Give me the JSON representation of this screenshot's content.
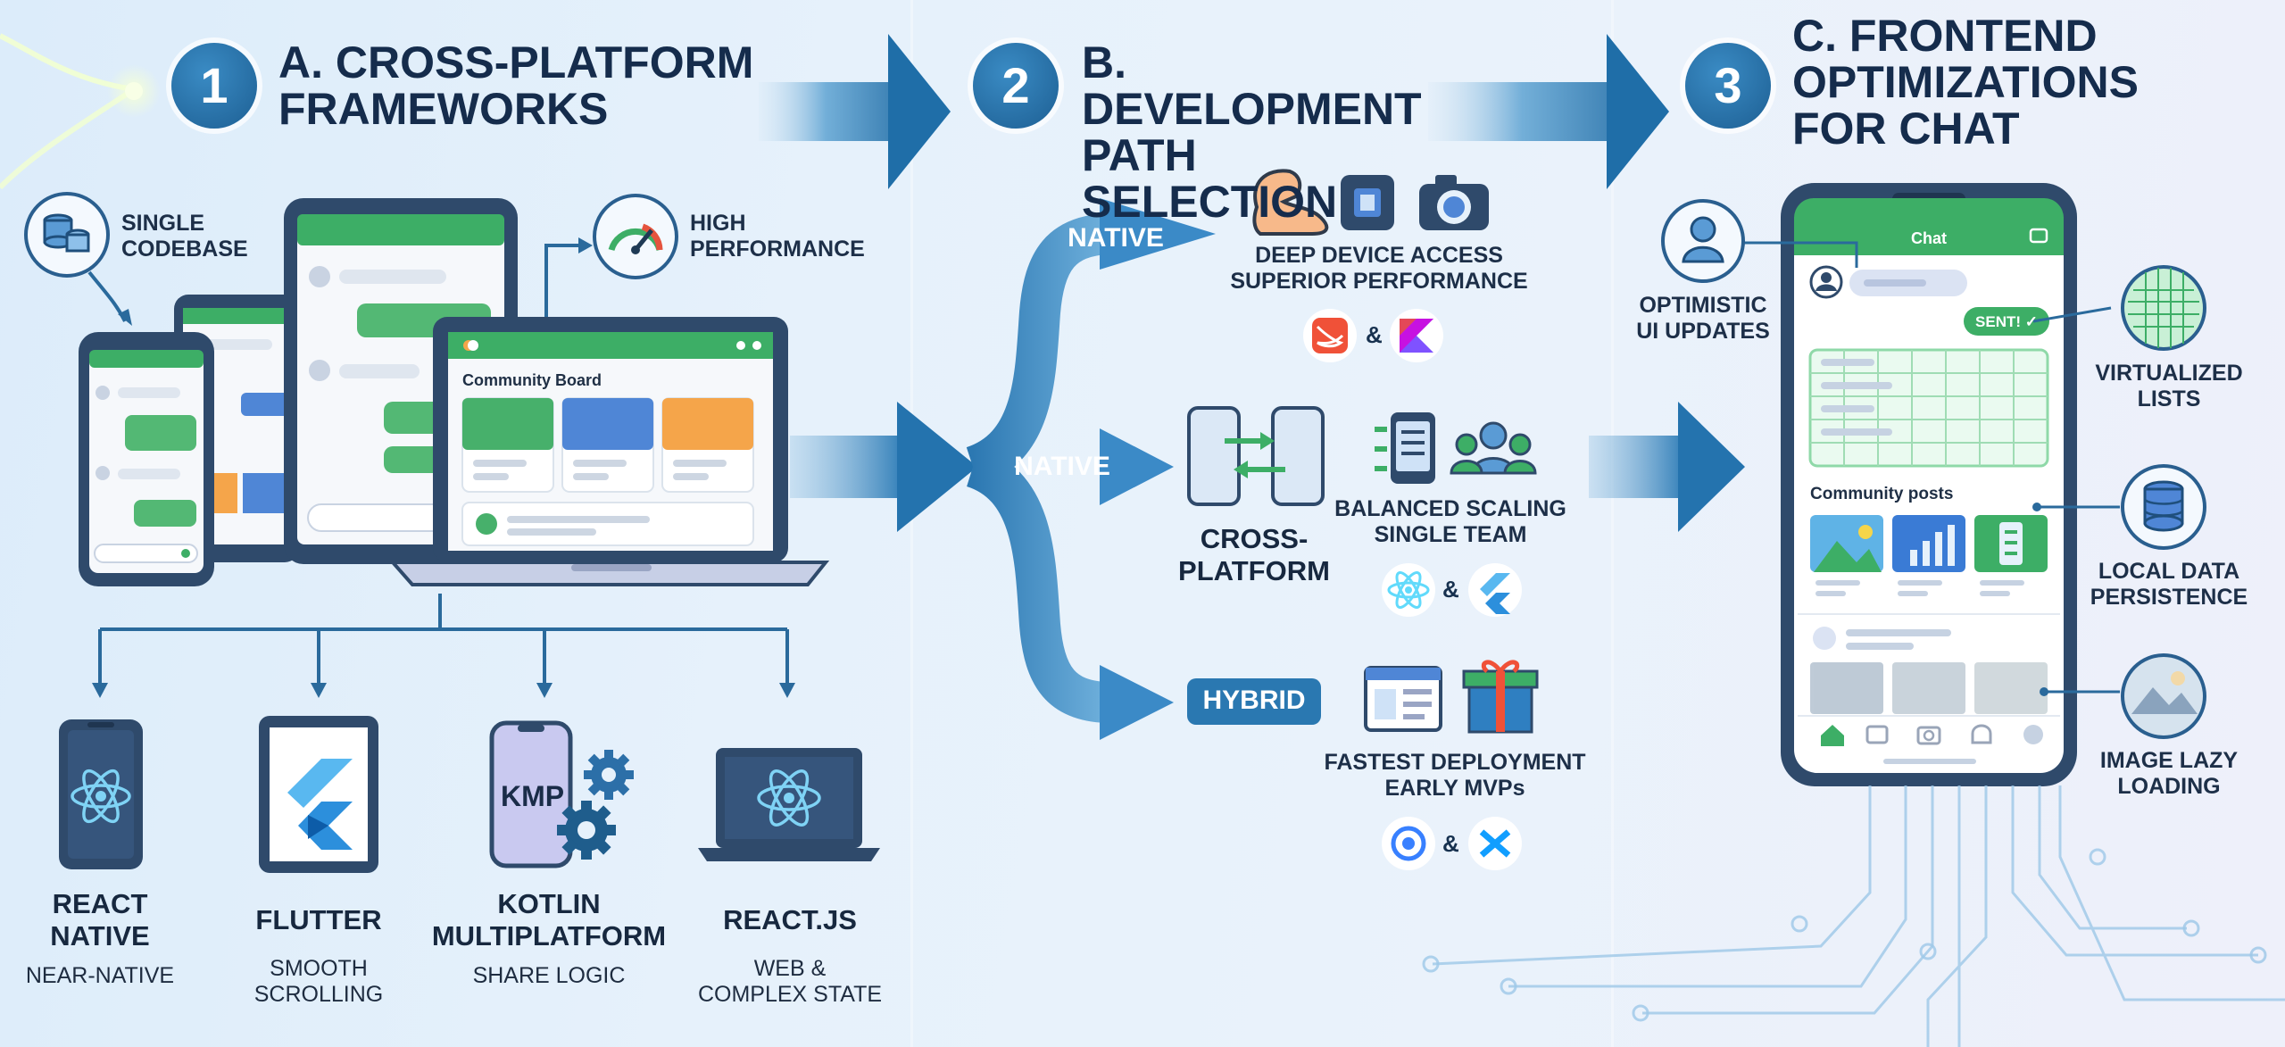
{
  "sections": [
    {
      "number": "1",
      "title_line1": "A. CROSS-PLATFORM",
      "title_line2": "FRAMEWORKS"
    },
    {
      "number": "2",
      "title_line1": "B. DEVELOPMENT",
      "title_line2": "PATH SELECTION"
    },
    {
      "number": "3",
      "title_line1": "C. FRONTEND",
      "title_line2": "OPTIMIZATIONS",
      "title_line3": "FOR CHAT"
    }
  ],
  "frameworks_panel": {
    "single_codebase": {
      "line1": "SINGLE",
      "line2": "CODEBASE",
      "icon": "database-icon"
    },
    "high_performance": {
      "line1": "HIGH",
      "line2": "PERFORMANCE",
      "icon": "gauge-icon"
    },
    "laptop_screen_title": "Community Board",
    "frameworks": [
      {
        "name_line1": "REACT",
        "name_line2": "NATIVE",
        "desc_line1": "NEAR-NATIVE",
        "desc_line2": "",
        "icon": "react-icon"
      },
      {
        "name_line1": "FLUTTER",
        "name_line2": "",
        "desc_line1": "SMOOTH",
        "desc_line2": "SCROLLING",
        "icon": "flutter-icon"
      },
      {
        "name_line1": "KOTLIN",
        "name_line2": "MULTIPLATFORM",
        "desc_line1": "SHARE LOGIC",
        "desc_line2": "",
        "icon": "kmp-icon",
        "badge": "KMP"
      },
      {
        "name_line1": "REACT.JS",
        "name_line2": "",
        "desc_line1": "WEB &",
        "desc_line2": "COMPLEX STATE",
        "icon": "react-icon"
      }
    ]
  },
  "paths": [
    {
      "label": "NATIVE",
      "desc_line1": "DEEP DEVICE ACCESS",
      "desc_line2": "SUPERIOR PERFORMANCE",
      "amp": "&",
      "icons": [
        "muscle-icon",
        "chip-icon",
        "camera-icon"
      ],
      "tech": [
        "swift-icon",
        "kotlin-icon"
      ]
    },
    {
      "label": "NATIVE",
      "side_line1": "CROSS-",
      "side_line2": "PLATFORM",
      "desc_line1": "BALANCED SCALING",
      "desc_line2": "SINGLE TEAM",
      "amp": "&",
      "icons": [
        "phones-sync-icon",
        "mobile-code-icon",
        "team-icon"
      ],
      "tech": [
        "react-icon",
        "flutter-icon"
      ]
    },
    {
      "label": "HYBRID",
      "desc_line1": "FASTEST DEPLOYMENT",
      "desc_line2": "EARLY MVPs",
      "amp": "&",
      "icons": [
        "browser-icon",
        "gift-icon"
      ],
      "tech": [
        "ionic-icon",
        "capacitor-icon"
      ]
    }
  ],
  "chat_phone": {
    "header": "Chat",
    "sent_label": "SENT! ✓",
    "section_title": "Community posts"
  },
  "optimizations": [
    {
      "line1": "OPTIMISTIC",
      "line2": "UI UPDATES",
      "icon": "user-icon"
    },
    {
      "line1": "VIRTUALIZED",
      "line2": "LISTS",
      "icon": "grid-icon"
    },
    {
      "line1": "LOCAL DATA",
      "line2": "PERSISTENCE",
      "icon": "database-icon"
    },
    {
      "line1": "IMAGE LAZY",
      "line2": "LOADING",
      "icon": "image-icon"
    }
  ],
  "colors": {
    "navy": "#1f5d8c",
    "green": "#3dae66",
    "blue_accent": "#3a7bd5",
    "orange": "#f5a54a",
    "text": "#17314f"
  }
}
